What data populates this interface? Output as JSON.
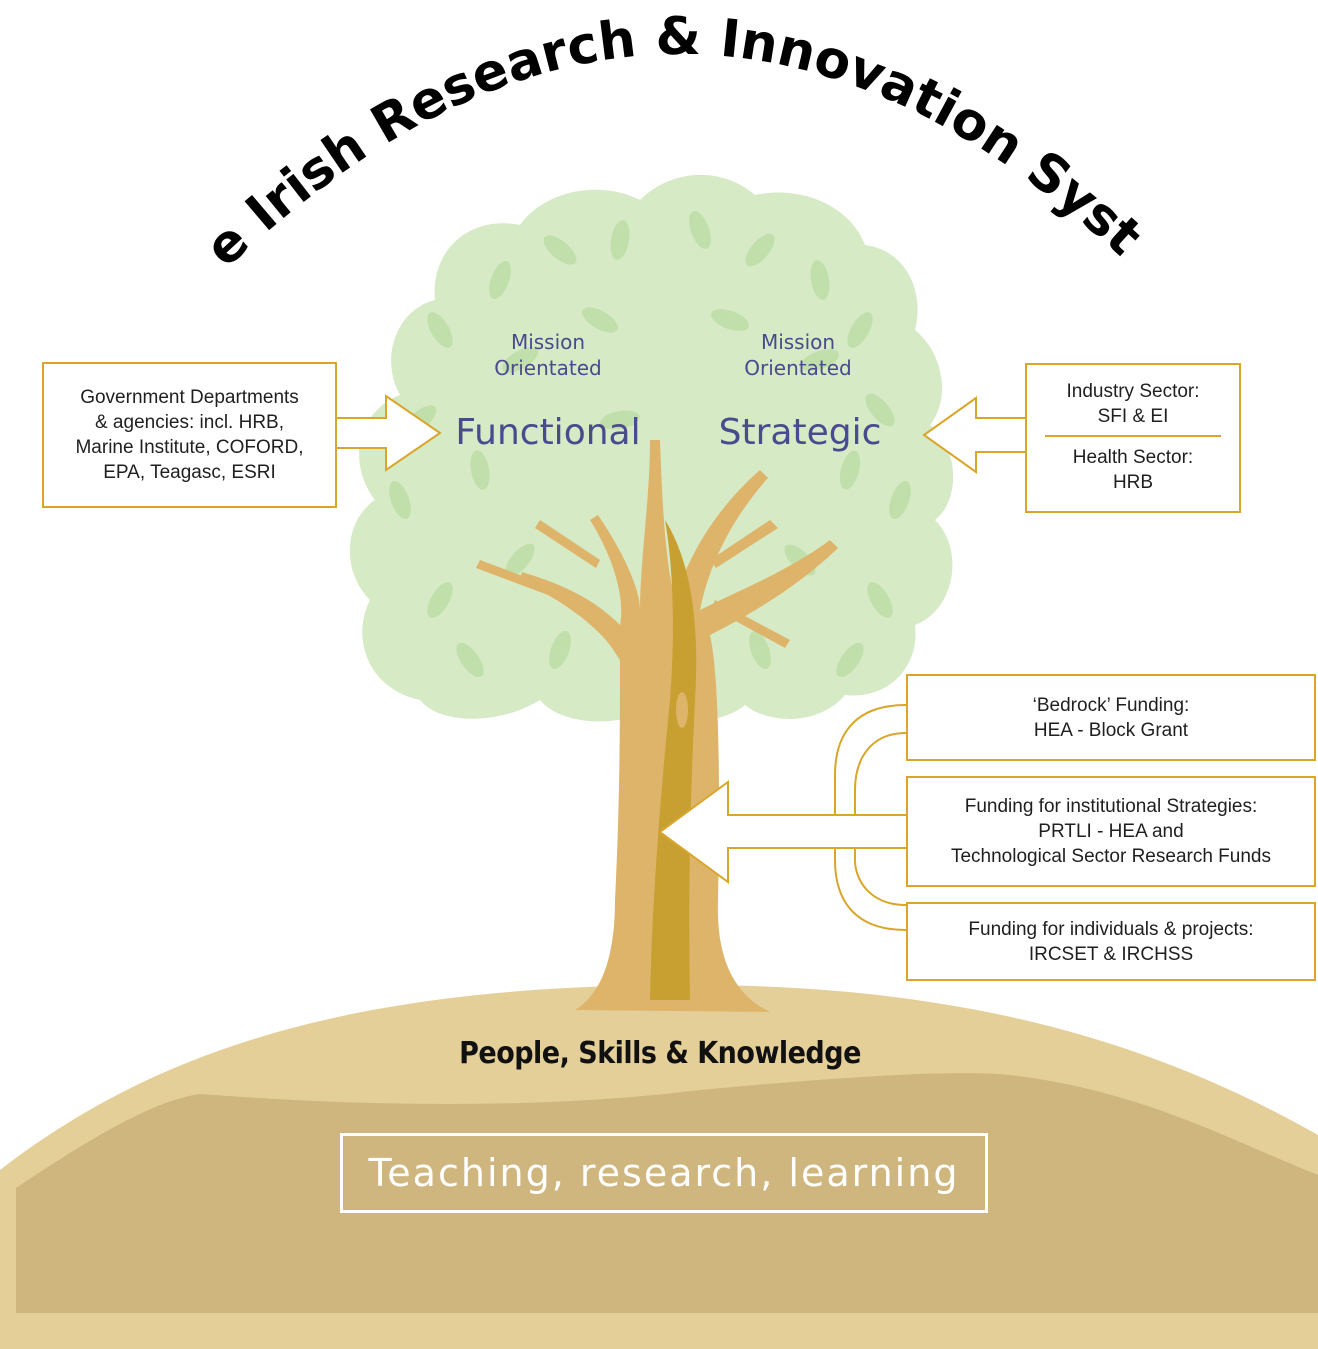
{
  "title": "The Irish Research & Innovation System",
  "colors": {
    "canopy": "#d6eac6",
    "canopy_leaf": "#bcdca4",
    "trunk": "#deb46a",
    "trunk_dark": "#c8a031",
    "hill_light": "#e4cf99",
    "hill_dark": "#cfb57e",
    "box_border": "#d9a52a",
    "label_purple": "#4a4a8e"
  },
  "canopy_labels": {
    "left": {
      "mission_line1": "Mission",
      "mission_line2": "Orientated",
      "main": "Functional"
    },
    "right": {
      "mission_line1": "Mission",
      "mission_line2": "Orientated",
      "main": "Strategic"
    }
  },
  "left_box": {
    "lines": [
      "Government Departments",
      "& agencies: incl. HRB,",
      "Marine Institute, COFORD,",
      "EPA, Teagasc, ESRI"
    ]
  },
  "right_box": {
    "top_lines": [
      "Industry Sector:",
      "SFI & EI"
    ],
    "bottom_lines": [
      "Health Sector:",
      "HRB"
    ]
  },
  "funding_boxes": [
    {
      "lines": [
        "‘Bedrock’ Funding:",
        "HEA - Block Grant"
      ]
    },
    {
      "lines": [
        "Funding for institutional Strategies:",
        "PRTLI - HEA and",
        "Technological Sector Research Funds"
      ]
    },
    {
      "lines": [
        "Funding for individuals & projects:",
        "IRCSET & IRCHSS"
      ]
    }
  ],
  "ground_label": "People, Skills & Knowledge",
  "base_label": "Teaching, research, learning"
}
